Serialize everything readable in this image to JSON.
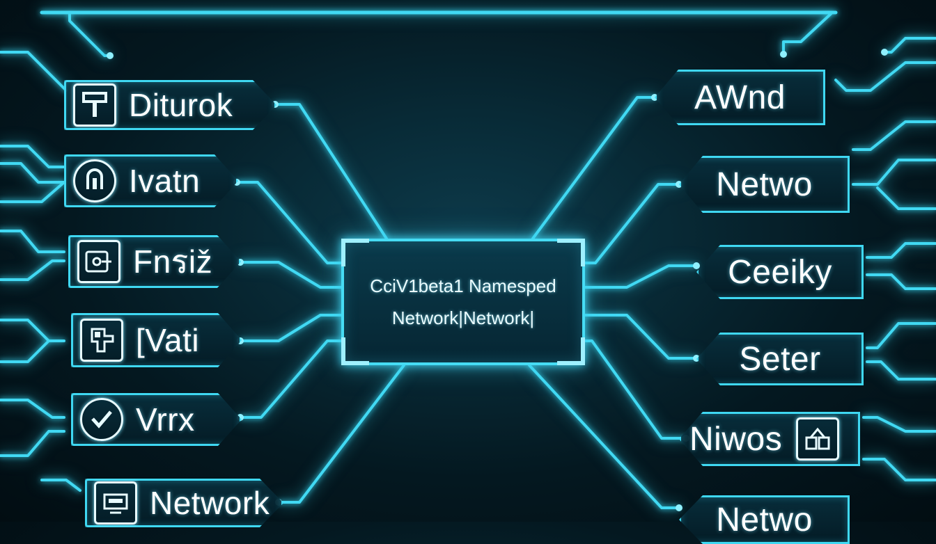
{
  "hub": {
    "line1": "CciV1beta1 Namesped",
    "line2": "Network|Network|"
  },
  "left_nodes": [
    {
      "label": "Diturok",
      "icon": "roller-icon"
    },
    {
      "label": "Ivatn",
      "icon": "lock-icon"
    },
    {
      "label": "Fnรiž",
      "icon": "camera-icon"
    },
    {
      "label": "[Vati",
      "icon": "printer-icon"
    },
    {
      "label": "Vrrx",
      "icon": "check-icon"
    },
    {
      "label": "Network",
      "icon": "monitor-icon"
    }
  ],
  "right_nodes": [
    {
      "label": "AWnd"
    },
    {
      "label": "Netwo"
    },
    {
      "label": "Ceeiky"
    },
    {
      "label": "Seter"
    },
    {
      "label": "Niwos",
      "icon": "blocks-icon"
    },
    {
      "label": "Netwo"
    }
  ],
  "colors": {
    "accent": "#3fd8f2",
    "text": "#ffffff",
    "background": "#041820"
  }
}
